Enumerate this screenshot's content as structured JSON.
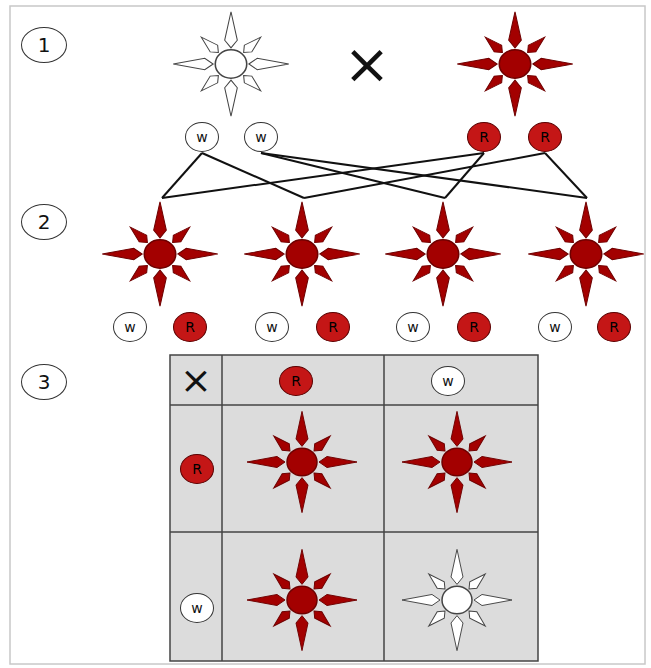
{
  "diagram": {
    "nodes": [
      {
        "text": [
          "1"
        ]
      },
      {
        "text": [
          "w"
        ]
      },
      {
        "text": [
          "w"
        ]
      },
      {
        "text": [
          "R"
        ]
      },
      {
        "text": [
          "R"
        ]
      },
      {
        "text": [
          "2"
        ]
      },
      {
        "text": [
          "w"
        ]
      },
      {
        "text": [
          "R"
        ]
      },
      {
        "text": [
          "w"
        ]
      },
      {
        "text": [
          "R"
        ]
      },
      {
        "text": [
          "w"
        ]
      },
      {
        "text": [
          "R"
        ]
      },
      {
        "text": [
          "w"
        ]
      },
      {
        "text": [
          "R"
        ]
      },
      {
        "text": [
          "3"
        ]
      },
      {
        "text": [
          "R"
        ]
      },
      {
        "text": [
          "w"
        ]
      },
      {
        "text": [
          "R"
        ]
      },
      {
        "text": [
          "w"
        ]
      }
    ],
    "labels": [
      "×",
      "×"
    ]
  }
}
